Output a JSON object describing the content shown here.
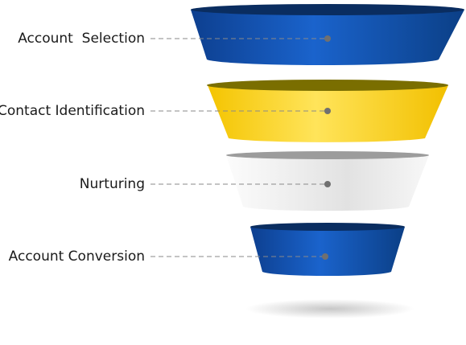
{
  "funnel": {
    "stages": [
      {
        "label": "Account  Selection",
        "color": "#1656b8"
      },
      {
        "label": "Contact Identification",
        "color": "#f5c700"
      },
      {
        "label": "Nurturing",
        "color": "#f0f0f0"
      },
      {
        "label": "Account Conversion",
        "color": "#1656b8"
      }
    ],
    "connector_color": "#8a8a8a"
  }
}
